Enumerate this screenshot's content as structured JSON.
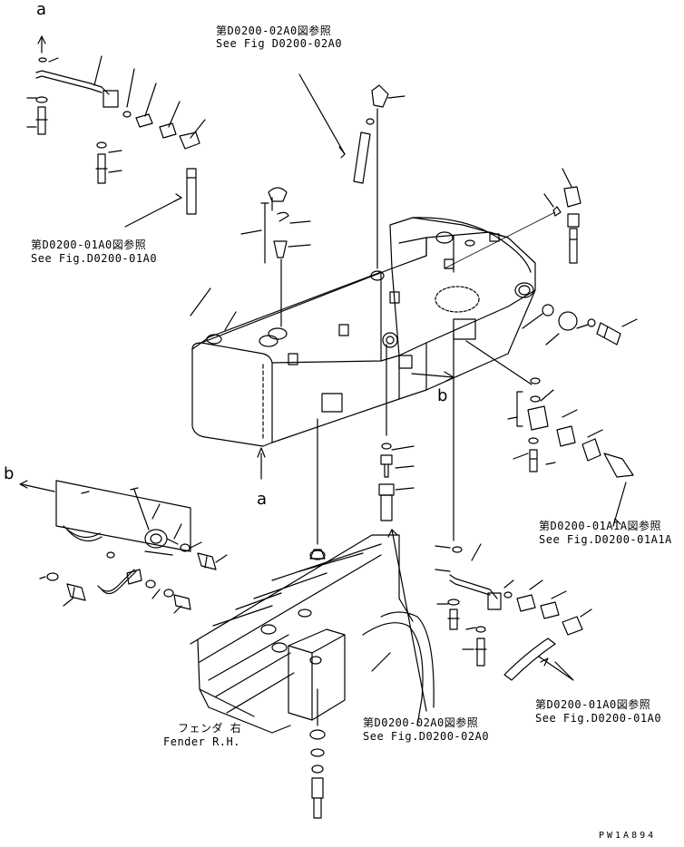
{
  "callouts": {
    "ref_top": {
      "jp": "第D0200-02A0図参照",
      "en": "See Fig D0200-02A0"
    },
    "ref_left": {
      "jp": "第D0200-01A0図参照",
      "en": "See Fig.D0200-01A0"
    },
    "ref_right_mid": {
      "jp": "第D0200-01A1A図参照",
      "en": "See Fig.D0200-01A1A"
    },
    "ref_right_bottom": {
      "jp": "第D0200-01A0図参照",
      "en": "See Fig.D0200-01A0"
    },
    "ref_bottom": {
      "jp": "第D0200-02A0図参照",
      "en": "See Fig.D0200-02A0"
    },
    "fender": {
      "jp": "フェンダ 右",
      "en": "Fender R.H."
    }
  },
  "markers": {
    "a_top": "a",
    "a_bottom": "a",
    "b_left": "b",
    "b_right": "b"
  },
  "drawing_code": "PW1A894"
}
